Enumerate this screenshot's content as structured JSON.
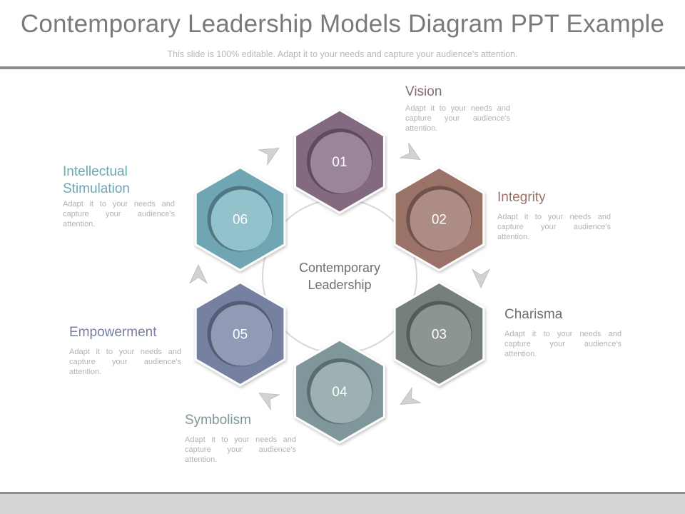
{
  "slide": {
    "title": "Contemporary Leadership Models Diagram PPT Example",
    "subtitle": "This slide is 100% editable. Adapt it to your needs and capture your audience's attention."
  },
  "center": {
    "line1": "Contemporary",
    "line2": "Leadership"
  },
  "nodes": [
    {
      "number": "01",
      "color": "#836b80",
      "inner": "#9a859a"
    },
    {
      "number": "02",
      "color": "#9a7268",
      "inner": "#ad8c85"
    },
    {
      "number": "03",
      "color": "#76807a",
      "inner": "#8d9590"
    },
    {
      "number": "04",
      "color": "#7f979a",
      "inner": "#9db0b2"
    },
    {
      "number": "05",
      "color": "#7680a0",
      "inner": "#929bb6"
    },
    {
      "number": "06",
      "color": "#6fa6b4",
      "inner": "#92c2cc"
    }
  ],
  "blocks": {
    "vision": {
      "title": "Vision",
      "desc": "Adapt it to your needs and capture your audience's attention.",
      "color": "#836b80"
    },
    "integrity": {
      "title": "Integrity",
      "desc": "Adapt it to your needs and capture your audience's attention.",
      "color": "#9a7268"
    },
    "charisma": {
      "title": "Charisma",
      "desc": "Adapt it to your needs and capture your audience's attention.",
      "color": "#6b736e"
    },
    "symbolism": {
      "title": "Symbolism",
      "desc": "Adapt it to your needs and capture your audience's attention.",
      "color": "#7f979a"
    },
    "empowerment": {
      "title": "Empowerment",
      "desc": "Adapt it to your needs and capture your audience's attention.",
      "color": "#7680a0"
    },
    "intellectual": {
      "title": "Intellectual Stimulation",
      "desc": "Adapt it to your needs and capture your audience's attention.",
      "color": "#6fa6b4"
    }
  }
}
